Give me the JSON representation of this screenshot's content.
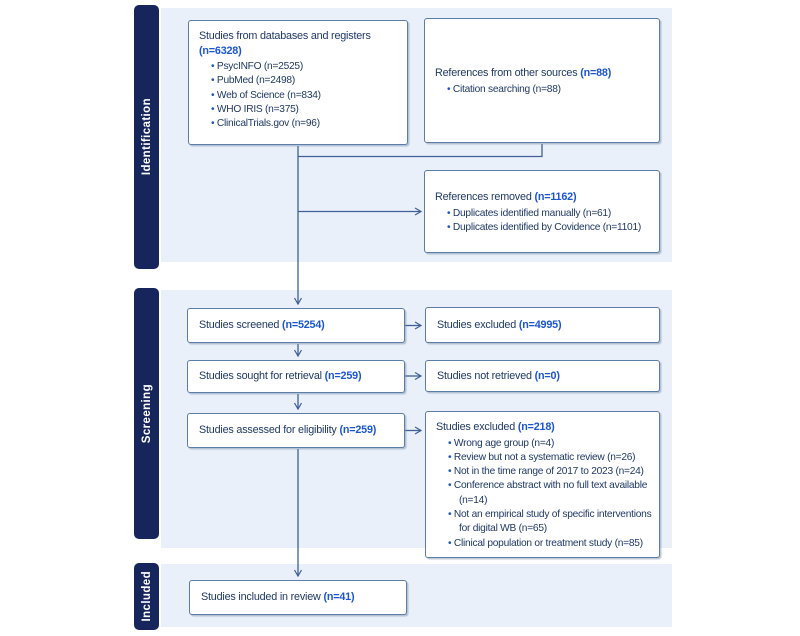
{
  "stages": [
    {
      "label": "Identification"
    },
    {
      "label": "Screening"
    },
    {
      "label": "Included"
    }
  ],
  "boxes": {
    "databases": {
      "title": "Studies from databases and registers",
      "count": "(n=6328)",
      "bullets": [
        "PsycINFO (n=2525)",
        "PubMed (n=2498)",
        "Web of Science (n=834)",
        "WHO IRIS (n=375)",
        "ClinicalTrials.gov (n=96)"
      ]
    },
    "other_sources": {
      "title": "References from other sources",
      "count": "(n=88)",
      "bullets": [
        "Citation searching (n=88)"
      ]
    },
    "removed": {
      "title": "References removed",
      "count": "(n=1162)",
      "bullets": [
        "Duplicates identified manually (n=61)",
        "Duplicates identified by Covidence (n=1101)"
      ]
    },
    "screened": {
      "title": "Studies screened",
      "count": "(n=5254)"
    },
    "excluded_screening": {
      "title": "Studies excluded",
      "count": "(n=4995)"
    },
    "sought": {
      "title": "Studies sought for retrieval",
      "count": "(n=259)"
    },
    "not_retrieved": {
      "title": "Studies not retrieved",
      "count": "(n=0)"
    },
    "assessed": {
      "title": "Studies assessed for eligibility",
      "count": "(n=259)"
    },
    "excluded_eligibility": {
      "title": "Studies excluded",
      "count": "(n=218)",
      "bullets": [
        "Wrong age group (n=4)",
        "Review but not a systematic review (n=26)",
        "Not in the time range of 2017 to 2023 (n=24)",
        "Conference abstract with no full text available (n=14)",
        "Not an empirical study of specific interventions for digital WB (n=65)",
        "Clinical population or treatment study (n=85)"
      ]
    },
    "included": {
      "title": "Studies included in review",
      "count": "(n=41)"
    }
  },
  "colors": {
    "stage_bar": "#16265c",
    "stage_band": "#e9f0fa",
    "box_border": "#5b7da8",
    "text_navy": "#1f3864",
    "count_blue": "#1b55d0",
    "connector": "#3f5f96"
  }
}
